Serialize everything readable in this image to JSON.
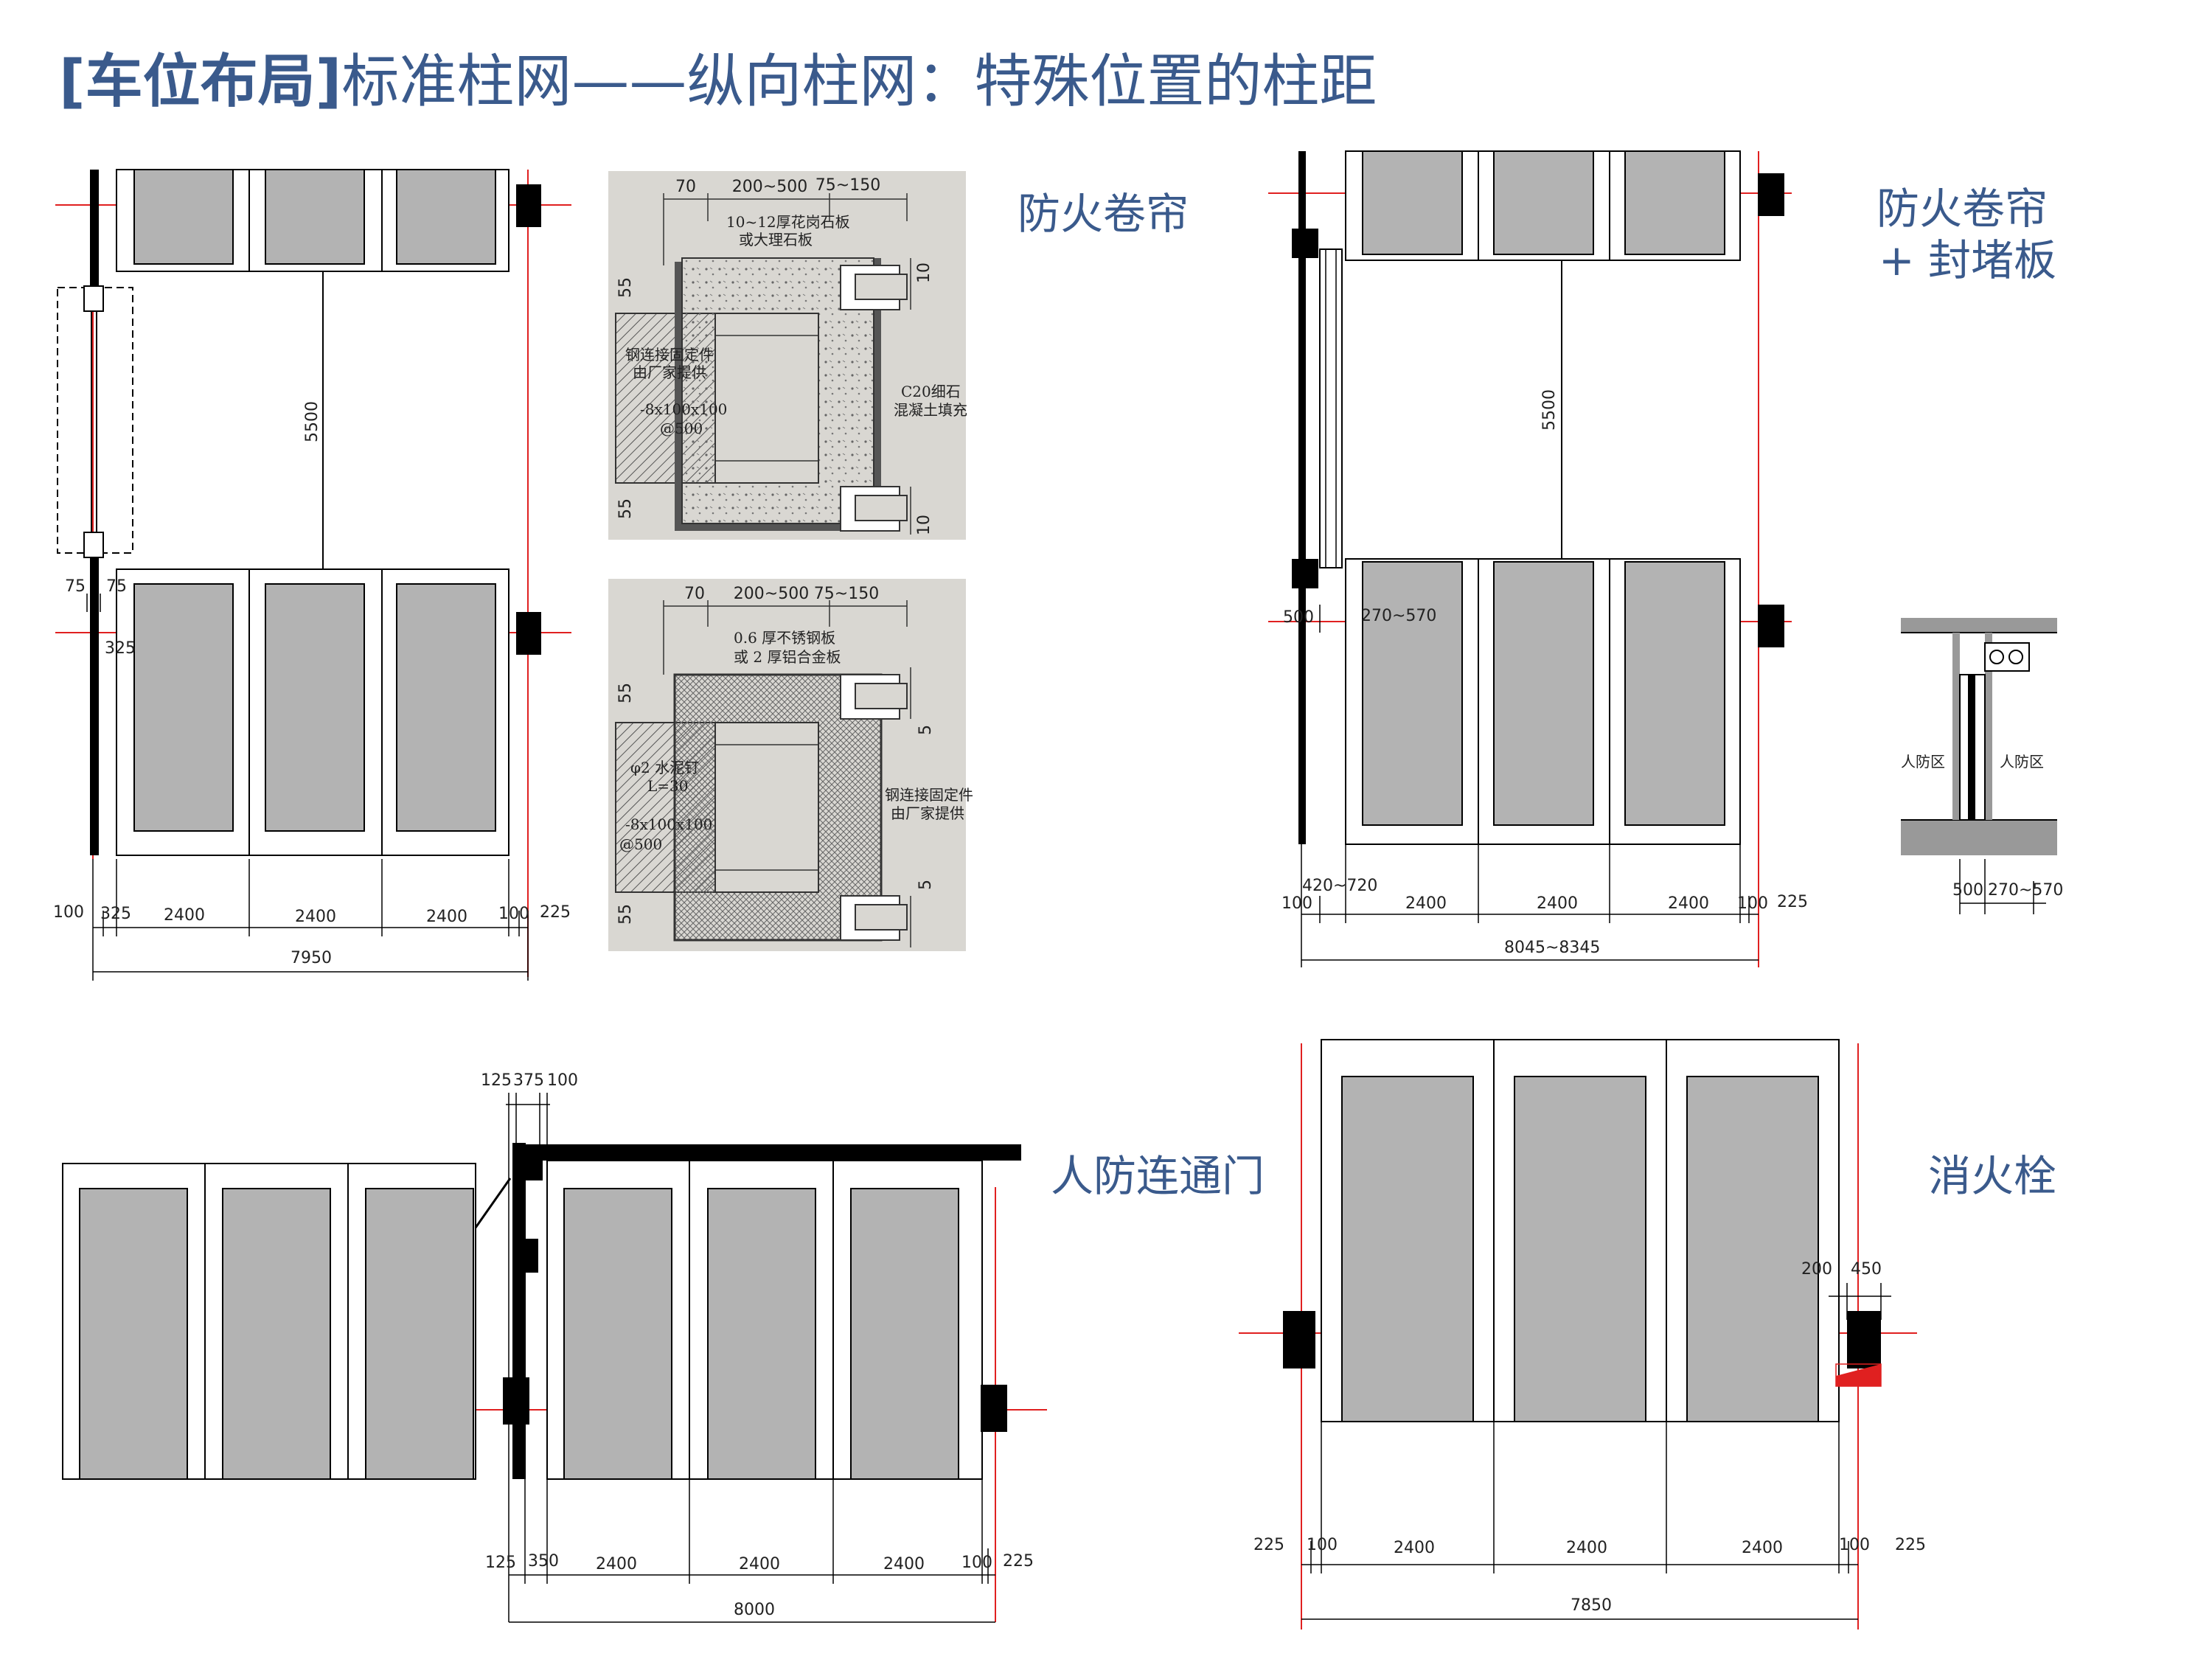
{
  "title": {
    "bracket": "[车位布局]",
    "text": "标准柱网——纵向柱网：特殊位置的柱距"
  },
  "labels": {
    "fire_shutter": "防火卷帘",
    "fire_shutter_plug_line1": "防火卷帘",
    "fire_shutter_plug_line2": "+ 封堵板",
    "civil_defense_door": "人防连通门",
    "fire_hydrant": "消火栓"
  },
  "colors": {
    "title_blue": "#3a5a8c",
    "stall_gray": "#b3b3b3",
    "guide_red": "#e02020",
    "column_black": "#000000",
    "detail_bg": "#d9d7d2"
  },
  "d1": {
    "v5500": "5500",
    "t75a": "75",
    "t75b": "75",
    "t325": "325",
    "b100": "100",
    "b325": "325",
    "b2400a": "2400",
    "b2400b": "2400",
    "b2400c": "2400",
    "b100r": "100",
    "b225": "225",
    "total": "7950"
  },
  "detail_top": {
    "d70": "70",
    "d200_500": "200~500",
    "d75_150": "75~150",
    "n1a": "10~12厚花岗石板",
    "n1b": "或大理石板",
    "n2": "C20细石",
    "n3": "混凝土填充",
    "n4": "钢连接固定件",
    "n5": "由厂家提供",
    "n6": "-8x100x100",
    "n7": "@500",
    "v55a": "55",
    "v55b": "55",
    "v10a": "10",
    "v10b": "10"
  },
  "detail_bottom": {
    "d70": "70",
    "d200_500": "200~500",
    "d75_150": "75~150",
    "n1a": "0.6 厚不锈钢板",
    "n1b": "或 2 厚铝合金板",
    "n2": "φ2 水泥钉",
    "n3": "L=30",
    "n4": "-8x100x100",
    "n5": "@500",
    "n6": "钢连接固定件",
    "n7": "由厂家提供",
    "v55a": "55",
    "v55b": "55",
    "v5a": "5",
    "v5b": "5"
  },
  "d2": {
    "v5500": "5500",
    "t500": "500",
    "t270_570": "270~570",
    "b100": "100",
    "b420_720": "420~720",
    "b2400a": "2400",
    "b2400b": "2400",
    "b2400c": "2400",
    "b100r": "100",
    "b225": "225",
    "total": "8045~8345"
  },
  "d2s": {
    "zone_left": "人防区",
    "zone_right": "人防区",
    "b500": "500",
    "b270_570": "270~570"
  },
  "d3": {
    "t125": "125",
    "t375": "375",
    "t100": "100",
    "b125": "125",
    "b350": "350",
    "b2400a": "2400",
    "b2400b": "2400",
    "b2400c": "2400",
    "b100": "100",
    "b225": "225",
    "total": "8000"
  },
  "d4": {
    "t200": "200",
    "t450": "450",
    "b225l": "225",
    "b100l": "100",
    "b2400a": "2400",
    "b2400b": "2400",
    "b2400c": "2400",
    "b100r": "100",
    "b225r": "225",
    "total": "7850"
  }
}
